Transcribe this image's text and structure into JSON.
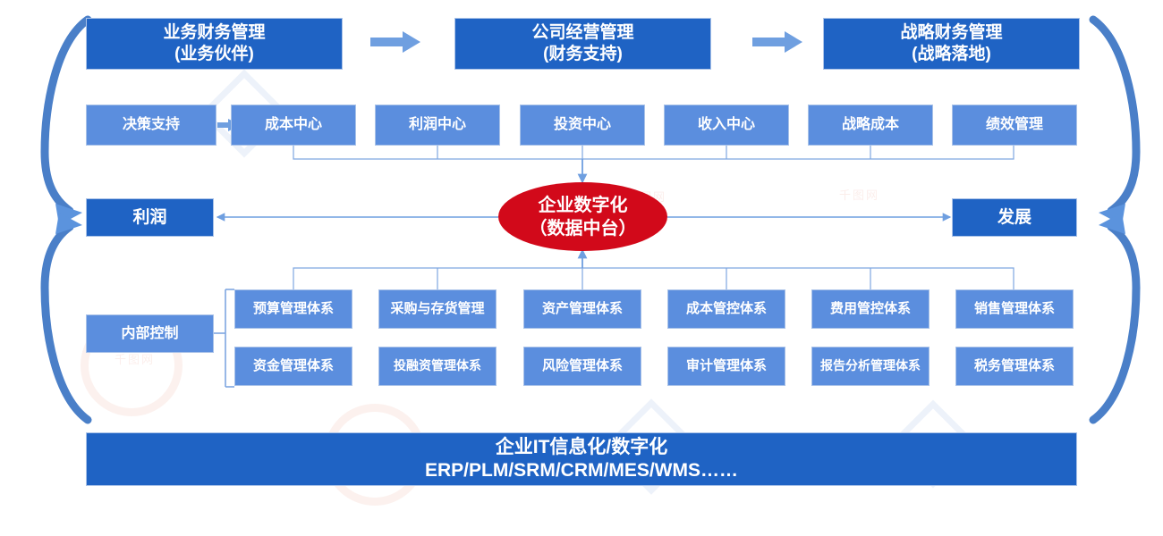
{
  "diagram": {
    "title_row": [
      {
        "id": "business-finance",
        "label": "业务财务管理\n(业务伙伴)"
      },
      {
        "id": "company-operation",
        "label": "公司经营管理\n(财务支持)"
      },
      {
        "id": "strategic-finance",
        "label": "战略财务管理\n(战略落地)"
      }
    ],
    "title_arrows": [
      "arrow-right-icon",
      "arrow-right-icon"
    ],
    "center_row": [
      {
        "id": "decision-support",
        "label": "决策支持"
      },
      {
        "id": "cost-center",
        "label": "成本中心"
      },
      {
        "id": "profit-center",
        "label": "利润中心"
      },
      {
        "id": "investment-center",
        "label": "投资中心"
      },
      {
        "id": "revenue-center",
        "label": "收入中心"
      },
      {
        "id": "strategic-cost",
        "label": "战略成本"
      },
      {
        "id": "performance-management",
        "label": "绩效管理"
      }
    ],
    "hub": {
      "id": "digital-hub",
      "label": "企业数字化\n（数据中台）",
      "color": "#d2091a"
    },
    "left_outcome": {
      "id": "profit",
      "label": "利润"
    },
    "right_outcome": {
      "id": "development",
      "label": "发展"
    },
    "internal_control": {
      "id": "internal-control",
      "label": "内部控制"
    },
    "systems_grid": {
      "row1": [
        {
          "id": "budget",
          "label": "预算管理体系"
        },
        {
          "id": "procurement-inventory",
          "label": "采购与存货管理"
        },
        {
          "id": "asset",
          "label": "资产管理体系"
        },
        {
          "id": "cost-control",
          "label": "成本管控体系"
        },
        {
          "id": "expense-control",
          "label": "费用管控体系"
        },
        {
          "id": "sales",
          "label": "销售管理体系"
        }
      ],
      "row2": [
        {
          "id": "funds",
          "label": "资金管理体系"
        },
        {
          "id": "investment-financing",
          "label": "投融资管理体系"
        },
        {
          "id": "risk",
          "label": "风险管理体系"
        },
        {
          "id": "audit",
          "label": "审计管理体系"
        },
        {
          "id": "report-analysis",
          "label": "报告分析管理体系"
        },
        {
          "id": "tax",
          "label": "税务管理体系"
        }
      ]
    },
    "footer": {
      "id": "it-foundation",
      "line1": "企业IT信息化/数字化",
      "line2": "ERP/PLM/SRM/CRM/MES/WMS……"
    },
    "colors": {
      "dark_blue": "#1f63c4",
      "light_blue": "#5b8ede",
      "accent_red": "#d2091a",
      "connector_blue": "#6f9fe0",
      "arc_blue": "#4a7fc8",
      "box_border": "#a9c2e8"
    },
    "watermark_text": "千图网"
  }
}
